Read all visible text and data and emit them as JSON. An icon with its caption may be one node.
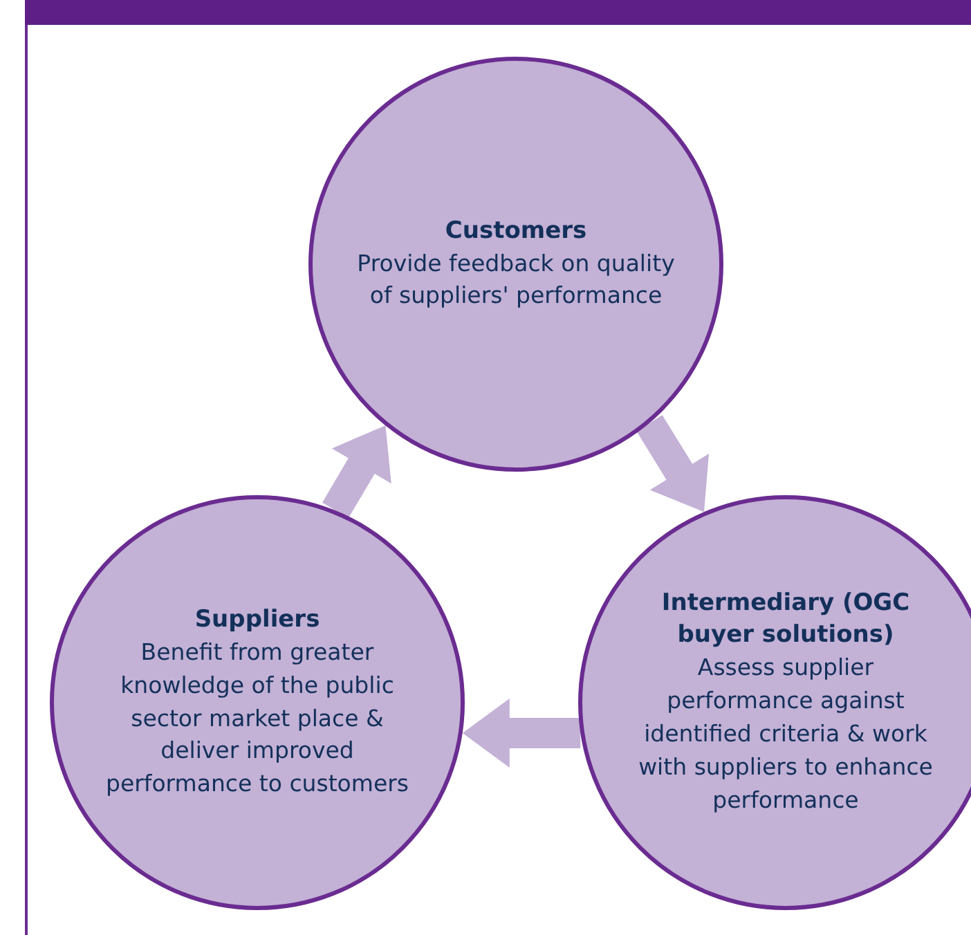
{
  "diagram": {
    "nodes": [
      {
        "text": [
          "Customers",
          "Provide feedback on quality of suppliers' performance"
        ]
      },
      {
        "text": [
          "Suppliers",
          "Benefit from greater knowledge of the public sector market place & deliver improved performance to customers"
        ]
      },
      {
        "text": [
          "Intermediary (OGC buyer solutions)",
          "Assess supplier performance against identified criteria & work with suppliers to enhance performance"
        ]
      }
    ],
    "edges": [
      {
        "from": 1,
        "to": 0,
        "arrow": "to"
      },
      {
        "from": 0,
        "to": 2,
        "arrow": "to"
      },
      {
        "from": 2,
        "to": 1,
        "arrow": "to"
      }
    ]
  }
}
